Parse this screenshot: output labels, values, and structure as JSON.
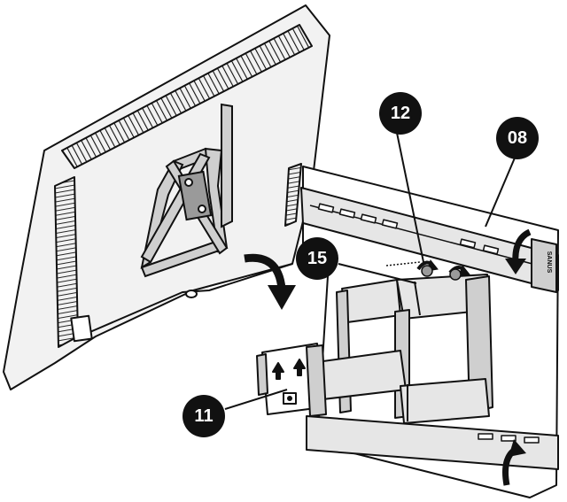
{
  "callouts": [
    {
      "id": "11",
      "label": "11"
    },
    {
      "id": "12",
      "label": "12"
    },
    {
      "id": "15",
      "label": "15"
    },
    {
      "id": "08",
      "label": "08"
    }
  ],
  "brand_mark": "SANUS",
  "colors": {
    "ink": "#111111",
    "paper": "#ffffff",
    "tv_fill": "#f2f2f2",
    "metal_light": "#e6e6e6",
    "metal_mid": "#cfcfcf",
    "metal_dark": "#9a9a9a"
  },
  "icons": [
    "curved-arrow-icon",
    "curved-arrow-icon",
    "curved-arrow-icon",
    "rotate-arrow-icon",
    "rotate-arrow-icon",
    "up-arrow-icon"
  ]
}
